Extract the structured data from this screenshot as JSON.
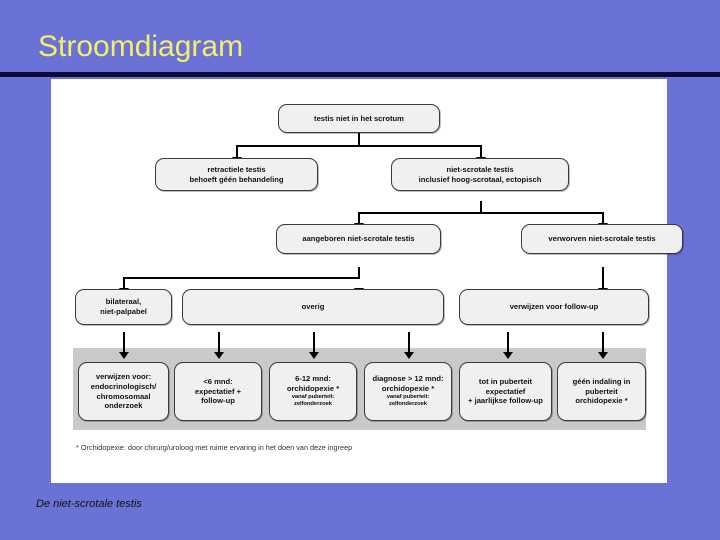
{
  "slide": {
    "title": "Stroomdiagram",
    "footer": "De niet-scrotale testis",
    "accent_yellow": "#f2ee6e",
    "background": "#6b72d6",
    "rule_color": "#0b0b3a",
    "panel_color": "#ffffff",
    "band_color": "#c9c9c9"
  },
  "diagram": {
    "type": "flowchart",
    "footnote": "* Orchidopexie: door chirurg/uroloog met ruime ervaring in het doen van deze ingreep",
    "nodes": [
      {
        "id": "n0",
        "lines": [
          "testis niet in het scrotum"
        ],
        "small": []
      },
      {
        "id": "n1",
        "lines": [
          "retractiele testis",
          "behoeft géén behandeling"
        ],
        "small": []
      },
      {
        "id": "n2",
        "lines": [
          "niet-scrotale testis",
          "inclusief hoog-scrotaal, ectopisch"
        ],
        "small": []
      },
      {
        "id": "n3",
        "lines": [
          "aangeboren niet-scrotale testis"
        ],
        "small": []
      },
      {
        "id": "n4",
        "lines": [
          "verworven niet-scrotale testis"
        ],
        "small": []
      },
      {
        "id": "n5",
        "lines": [
          "bilateraal,",
          "niet-palpabel"
        ],
        "small": []
      },
      {
        "id": "n6",
        "lines": [
          "overig"
        ],
        "small": []
      },
      {
        "id": "n7",
        "lines": [
          "verwijzen voor follow-up"
        ],
        "small": []
      },
      {
        "id": "n8",
        "lines": [
          "verwijzen voor:",
          "endocrinologisch/",
          "chromosomaal",
          "onderzoek"
        ],
        "small": []
      },
      {
        "id": "n9",
        "lines": [
          "<6 mnd:",
          "expectatief +",
          "follow-up"
        ],
        "small": []
      },
      {
        "id": "n10",
        "lines": [
          "6-12 mnd:",
          "orchidopexie *"
        ],
        "small": [
          "vanaf puberteit:",
          "zelfonderzoek"
        ]
      },
      {
        "id": "n11",
        "lines": [
          "diagnose > 12 mnd:",
          "orchidopexie *"
        ],
        "small": [
          "vanaf puberteit:",
          "zelfonderzoek"
        ]
      },
      {
        "id": "n12",
        "lines": [
          "tot in puberteit",
          "expectatief",
          "+ jaarlijkse follow-up"
        ],
        "small": []
      },
      {
        "id": "n13",
        "lines": [
          "géén indaling in",
          "puberteit",
          "orchidopexie *"
        ],
        "small": []
      }
    ],
    "edges": [
      {
        "from": "n0",
        "to": "n1"
      },
      {
        "from": "n0",
        "to": "n2"
      },
      {
        "from": "n2",
        "to": "n3"
      },
      {
        "from": "n2",
        "to": "n4"
      },
      {
        "from": "n3",
        "to": "n5"
      },
      {
        "from": "n3",
        "to": "n6"
      },
      {
        "from": "n4",
        "to": "n7"
      },
      {
        "from": "n5",
        "to": "n8"
      },
      {
        "from": "n6",
        "to": "n9"
      },
      {
        "from": "n6",
        "to": "n10"
      },
      {
        "from": "n6",
        "to": "n11"
      },
      {
        "from": "n7",
        "to": "n12"
      },
      {
        "from": "n7",
        "to": "n13"
      }
    ]
  }
}
